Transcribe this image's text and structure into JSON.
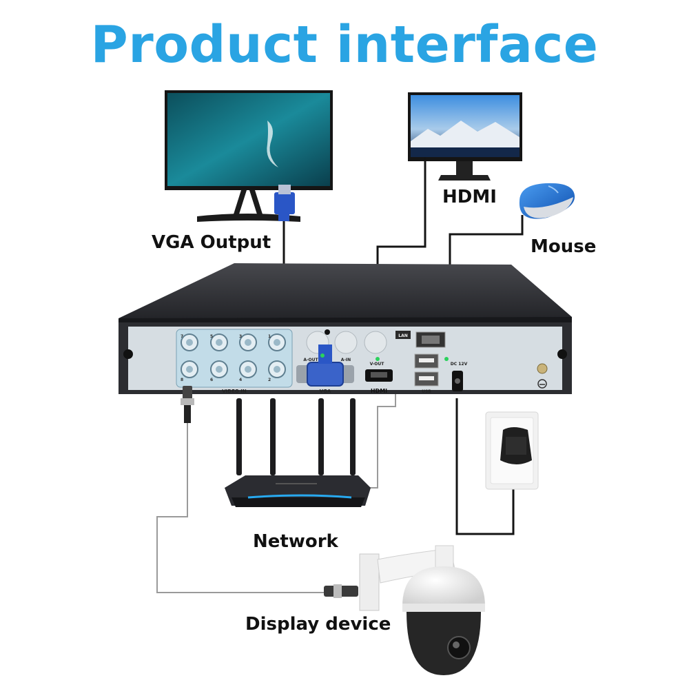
{
  "title": "Product interface",
  "labels": {
    "vga_output": "VGA Output",
    "hdmi": "HDMI",
    "mouse": "Mouse",
    "network": "Network",
    "display_device": "Display device"
  },
  "panel_labels": {
    "video_in": "VIDEO IN",
    "a_out": "A-OUT",
    "a_in": "A-IN",
    "vga": "VGA",
    "v_out": "V-OUT",
    "hdmi_port": "HDMI",
    "lan": "LAN",
    "usb": "USB",
    "dc": "DC 12V",
    "bnc_numbers": [
      "7",
      "5",
      "3",
      "1",
      "8",
      "6",
      "4",
      "2"
    ]
  },
  "icons": [
    "vga-monitor-icon",
    "hdmi-monitor-icon",
    "mouse-icon",
    "dvr-recorder-icon",
    "router-icon",
    "power-adapter-icon",
    "ptz-camera-icon",
    "bnc-connector-icon",
    "vga-connector-icon",
    "ground-icon"
  ],
  "colors": {
    "title": "#2aa4e3",
    "panel": "#c2dce8",
    "chassis": "#2c2d31",
    "label": "#111111",
    "cable": "#141414",
    "cable_gray": "#9a9a9a",
    "mouse": "#1e74d4",
    "router_glow": "#27a9f0"
  }
}
